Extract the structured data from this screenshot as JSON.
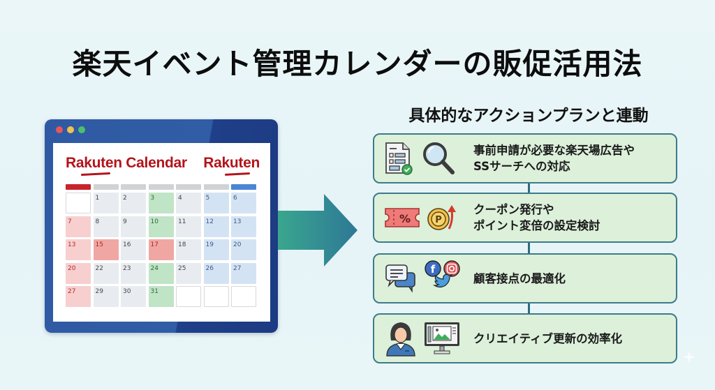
{
  "title": "楽天イベント管理カレンダーの販促活用法",
  "calendar": {
    "brand_title": "Rakuten Calendar",
    "brand_logo": "Rakuten",
    "window_dots": [
      "red",
      "yellow",
      "green"
    ],
    "week_header_colors": [
      "#c9232b",
      "#cfd3d6",
      "#cfd3d6",
      "#cfd3d6",
      "#cfd3d6",
      "#cfd3d6",
      "#4a86d6"
    ],
    "rows": [
      [
        {
          "d": "",
          "c": "blank"
        },
        {
          "d": "1",
          "c": "gray"
        },
        {
          "d": "2",
          "c": "gray"
        },
        {
          "d": "3",
          "c": "green"
        },
        {
          "d": "4",
          "c": "gray"
        },
        {
          "d": "5",
          "c": "blue"
        },
        {
          "d": "6",
          "c": "blue"
        }
      ],
      [
        {
          "d": "7",
          "c": "pink"
        },
        {
          "d": "8",
          "c": "gray"
        },
        {
          "d": "9",
          "c": "gray"
        },
        {
          "d": "10",
          "c": "green"
        },
        {
          "d": "11",
          "c": "gray"
        },
        {
          "d": "12",
          "c": "blue"
        },
        {
          "d": "13",
          "c": "blue"
        }
      ],
      [
        {
          "d": "13",
          "c": "pink"
        },
        {
          "d": "15",
          "c": "red"
        },
        {
          "d": "16",
          "c": "gray"
        },
        {
          "d": "17",
          "c": "red"
        },
        {
          "d": "18",
          "c": "gray"
        },
        {
          "d": "19",
          "c": "blue"
        },
        {
          "d": "20",
          "c": "blue"
        }
      ],
      [
        {
          "d": "20",
          "c": "pink"
        },
        {
          "d": "22",
          "c": "gray"
        },
        {
          "d": "23",
          "c": "gray"
        },
        {
          "d": "24",
          "c": "green"
        },
        {
          "d": "25",
          "c": "gray"
        },
        {
          "d": "26",
          "c": "blue"
        },
        {
          "d": "27",
          "c": "blue"
        }
      ],
      [
        {
          "d": "27",
          "c": "pink"
        },
        {
          "d": "29",
          "c": "gray"
        },
        {
          "d": "30",
          "c": "gray"
        },
        {
          "d": "31",
          "c": "green"
        },
        {
          "d": "",
          "c": "blank"
        },
        {
          "d": "",
          "c": "blank"
        },
        {
          "d": "",
          "c": "blank"
        }
      ]
    ]
  },
  "arrow": {
    "icon": "right-arrow-icon",
    "from_color": "#3aa68e",
    "to_color": "#2d7896"
  },
  "actions": {
    "heading": "具体的なアクションプランと連動",
    "cards": [
      {
        "icons": [
          "document-check-icon",
          "magnifier-icon"
        ],
        "lines": [
          "事前申請が必要な楽天場広告や",
          "SSサーチへの対応"
        ]
      },
      {
        "icons": [
          "coupon-percent-icon",
          "point-coin-up-icon"
        ],
        "lines": [
          "クーポン発行や",
          "ポイント変倍の設定検討"
        ]
      },
      {
        "icons": [
          "chat-bubbles-icon",
          "facebook-icon",
          "instagram-icon",
          "twitter-icon"
        ],
        "lines": [
          "顧客接点の最適化"
        ]
      },
      {
        "icons": [
          "staff-woman-icon",
          "monitor-image-icon"
        ],
        "lines": [
          "クリエイティブ更新の効率化"
        ]
      }
    ]
  },
  "colors": {
    "background": "#e8f5f7",
    "card_fill": "#dcf0da",
    "card_border": "#3c7b8a",
    "brand_red": "#b3141b",
    "window_blue": "#2f5aa3"
  }
}
